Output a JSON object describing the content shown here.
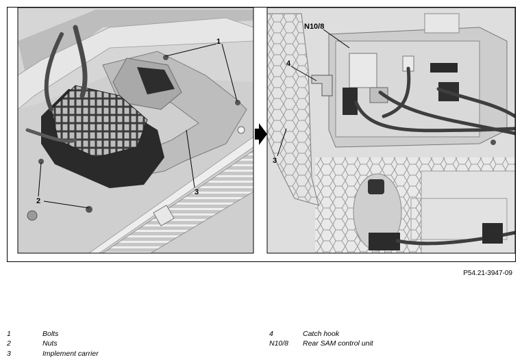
{
  "figure": {
    "callouts": {
      "left_1": "1",
      "left_2": "2",
      "left_3": "3",
      "right_n108": "N10/8",
      "right_4": "4",
      "right_3": "3"
    },
    "figure_id": "P54.21-3947-09"
  },
  "legend": {
    "items": [
      {
        "key": "1",
        "label": "Bolts"
      },
      {
        "key": "2",
        "label": "Nuts"
      },
      {
        "key": "3",
        "label": "Implement carrier"
      },
      {
        "key": "4",
        "label": "Catch hook"
      },
      {
        "key": "N10/8",
        "label": "Rear SAM control unit"
      }
    ]
  },
  "colors": {
    "panel_bg": "#d3d3d3",
    "panel_light": "#e4e4e4",
    "dark_component": "#2a2a2a",
    "cable": "#4a4a4a",
    "frame": "#000000"
  }
}
